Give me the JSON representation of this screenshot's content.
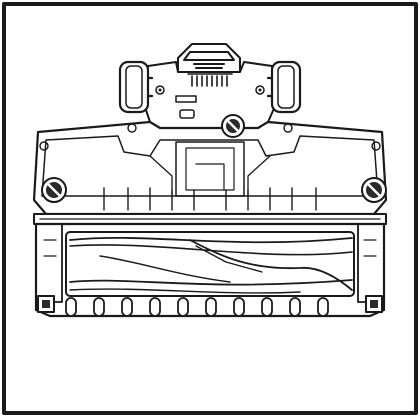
{
  "illustration": {
    "subject": "vacuum-cleaner-floor-nozzle-underside",
    "line_color": "#1a1a1a",
    "background_color": "#ffffff",
    "screw_count": 3,
    "wheel_count": 2,
    "brushroll_visible": true
  }
}
